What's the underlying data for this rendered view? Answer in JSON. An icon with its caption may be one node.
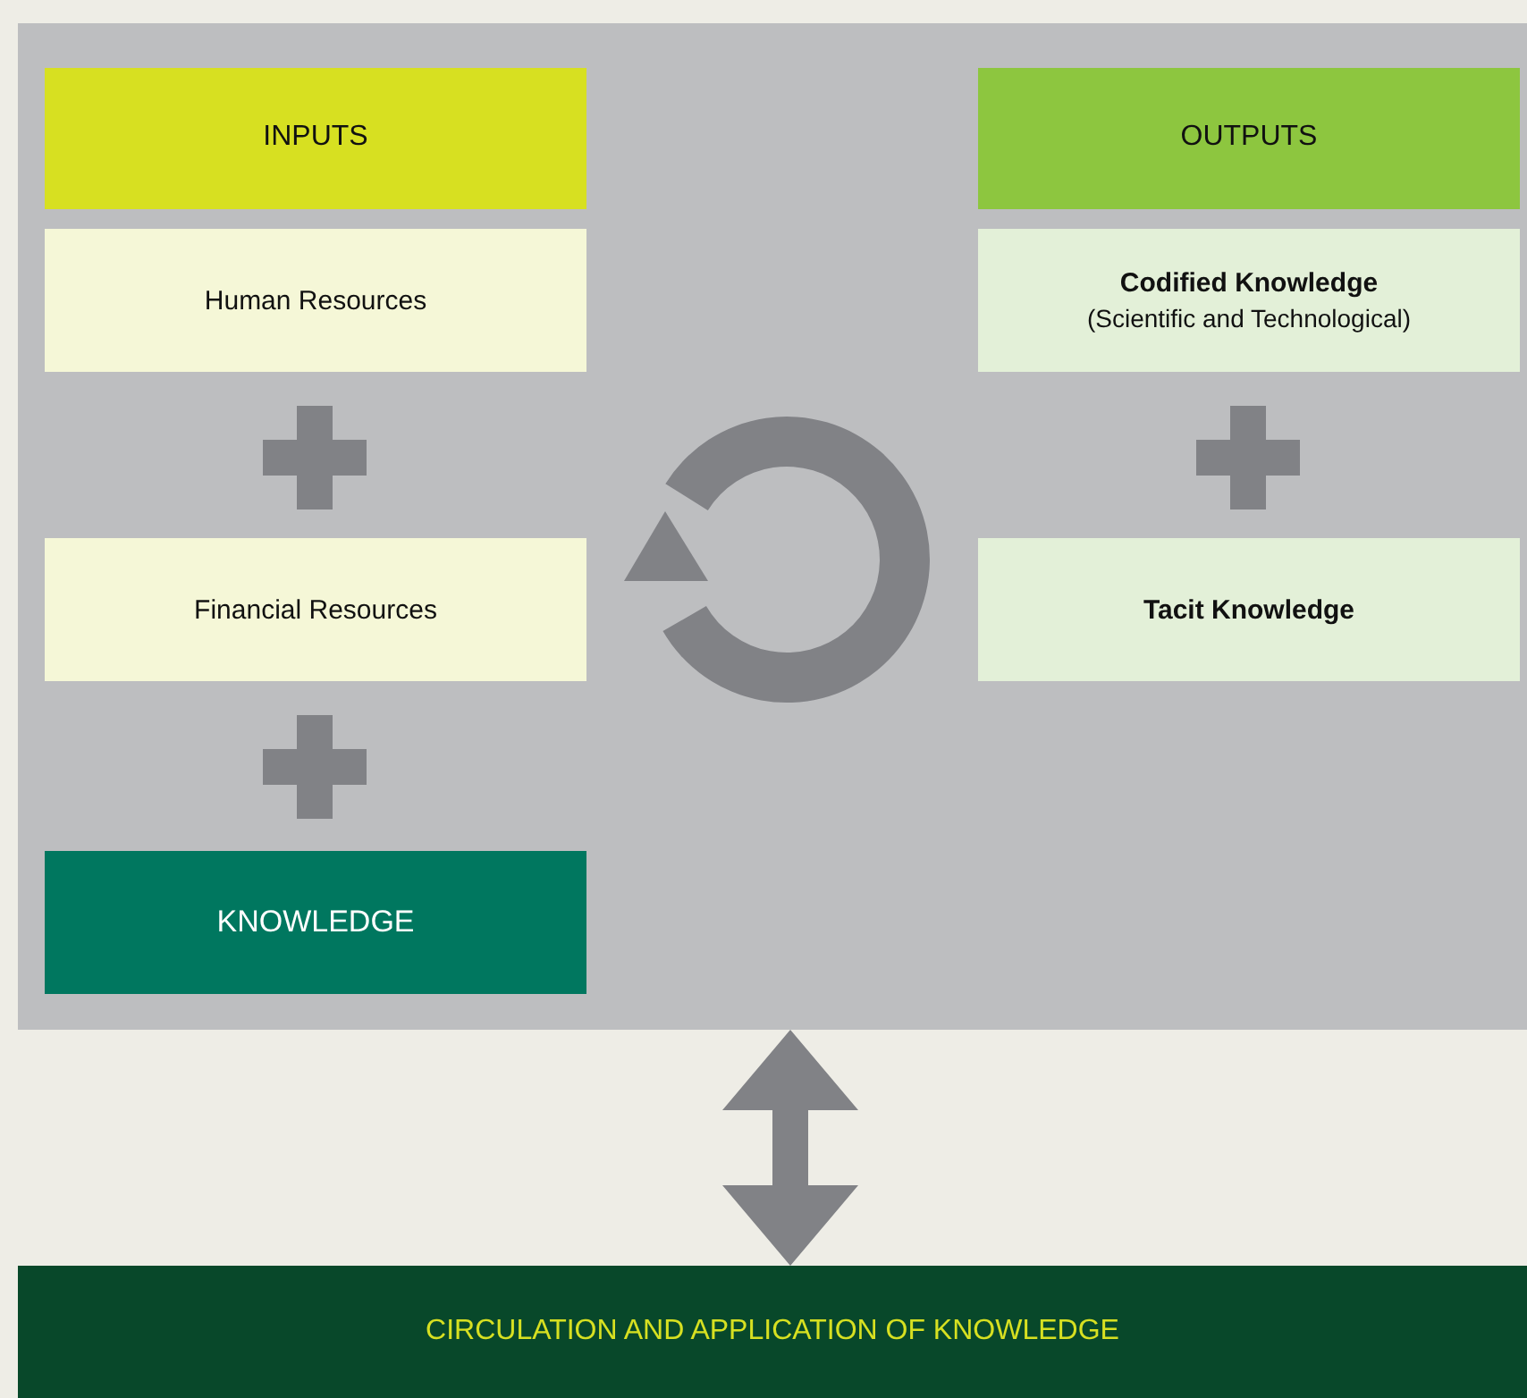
{
  "diagram": {
    "nodes": [
      {
        "text": [],
        "shape": "box"
      },
      {
        "text": [
          "INPUTS"
        ],
        "in": 0
      },
      {
        "text": [
          "Human Resources"
        ],
        "in": 0
      },
      {
        "text": [
          "Financial Resources"
        ],
        "in": 0
      },
      {
        "text": [
          "KNOWLEDGE"
        ],
        "in": 0
      },
      {
        "text": [
          "OUTPUTS"
        ],
        "in": 0
      },
      {
        "text": [
          "Codified Knowledge",
          "(Scientific and Technological)"
        ],
        "in": 0
      },
      {
        "text": [
          "Tacit Knowledge"
        ],
        "in": 0
      },
      {
        "text": [
          "CIRCULATION AND APPLICATION OF KNOWLEDGE"
        ]
      }
    ],
    "edges": [
      {
        "from": 0,
        "to": 8,
        "arrow": "both",
        "style": "thick"
      }
    ]
  }
}
